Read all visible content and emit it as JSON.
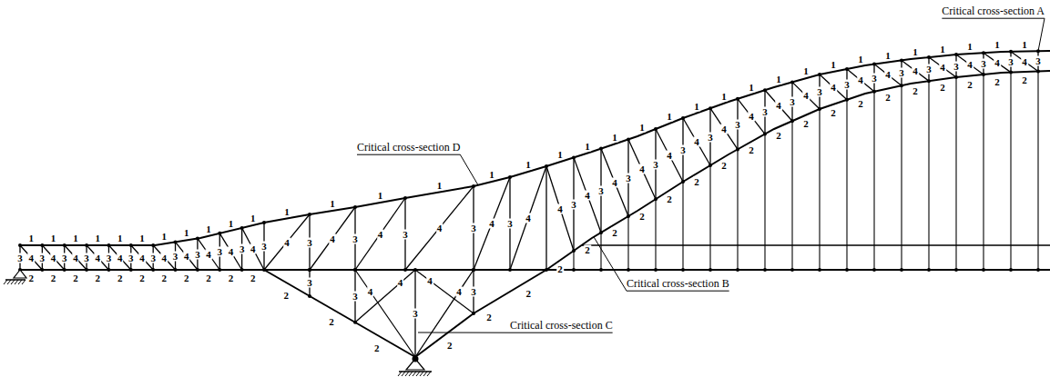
{
  "diagram": {
    "labels": [
      "Critical cross-section A",
      "Critical cross-section D",
      "Critical cross-section B",
      "Critical cross-section C",
      "1",
      "3",
      "4",
      "2",
      "1",
      "3",
      "4",
      "2",
      "1",
      "3",
      "4",
      "2",
      "1",
      "3",
      "4",
      "2",
      "1",
      "3",
      "4",
      "2",
      "1",
      "3",
      "4",
      "2",
      "1",
      "3",
      "4",
      "2",
      "1",
      "3",
      "4",
      "2",
      "1",
      "3",
      "4",
      "2",
      "1",
      "3",
      "4",
      "2",
      "1",
      "3",
      "4",
      "2",
      "1",
      "3",
      "4",
      "1",
      "3",
      "4",
      "1",
      "3",
      "4",
      "1",
      "3",
      "4",
      "1",
      "3",
      "4",
      "1",
      "3",
      "4",
      "2",
      "2",
      "2",
      "2",
      "2",
      "2",
      "3",
      "3",
      "3",
      "3",
      "4",
      "4",
      "4",
      "4",
      "1",
      "4",
      "3",
      "2",
      "1",
      "4",
      "3",
      "2",
      "1",
      "4",
      "3",
      "2",
      "1",
      "4",
      "3",
      "2",
      "1",
      "4",
      "3",
      "2",
      "1",
      "4",
      "3",
      "2",
      "1",
      "4",
      "3",
      "2",
      "1",
      "4",
      "3",
      "2",
      "1",
      "4",
      "3",
      "2",
      "1",
      "4",
      "3",
      "2",
      "1",
      "4",
      "3",
      "2",
      "1",
      "4",
      "3",
      "2",
      "1",
      "4",
      "3",
      "2",
      "1",
      "4",
      "3",
      "2",
      "1",
      "4",
      "3",
      "2",
      "1",
      "4",
      "3",
      "2",
      "1",
      "4",
      "3",
      "2",
      "1",
      "4",
      "3",
      "2"
    ]
  }
}
